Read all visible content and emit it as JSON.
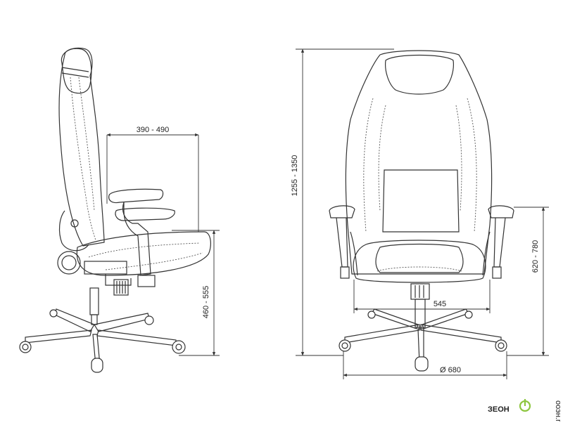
{
  "dimensions": {
    "seat_depth": "390 - 490",
    "total_height": "1255 - 1350",
    "seat_height": "460 - 555",
    "armrest_height": "620 - 780",
    "seat_width": "545",
    "base_diameter": "Ø 680"
  },
  "logo": {
    "brand": "ЗЕОН",
    "side_text": "ооэн.ru"
  },
  "colors": {
    "line": "#333333",
    "logo_dark": "#222222",
    "logo_accent": "#8dc63f"
  }
}
